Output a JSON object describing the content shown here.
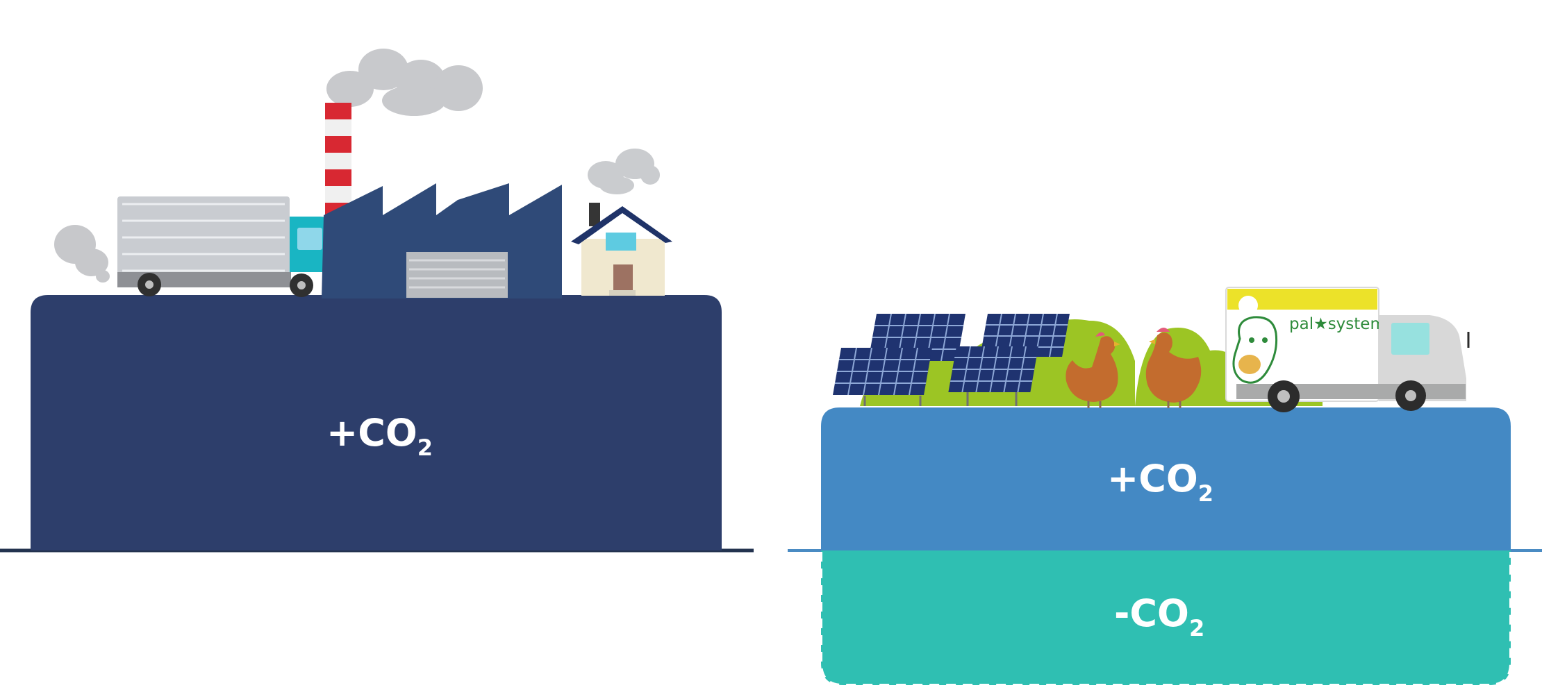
{
  "left_panel": {
    "label_main": "+CO",
    "label_sub": "2"
  },
  "right_panel": {
    "emission_label_main": "+CO",
    "emission_label_sub": "2",
    "reduction_label_main": "-CO",
    "reduction_label_sub": "2",
    "truck_brand": "pal★system"
  },
  "colors": {
    "navy": "#2d3e6b",
    "factory_navy": "#2f4a78",
    "blue": "#4489c4",
    "teal": "#2fbfb2",
    "line": "#23334f",
    "line_blue": "#4a8bc3",
    "chimney_red": "#d82832",
    "smoke_gray": "#cacccf",
    "house_cream": "#f0e8cf",
    "truck_cyan": "#19b5c3",
    "grass_green": "#9cc524",
    "panel_navy": "#1f3370",
    "hen_orange": "#c36c2e",
    "truck_yellow": "#ece229",
    "brand_green": "#2e8b3b"
  }
}
